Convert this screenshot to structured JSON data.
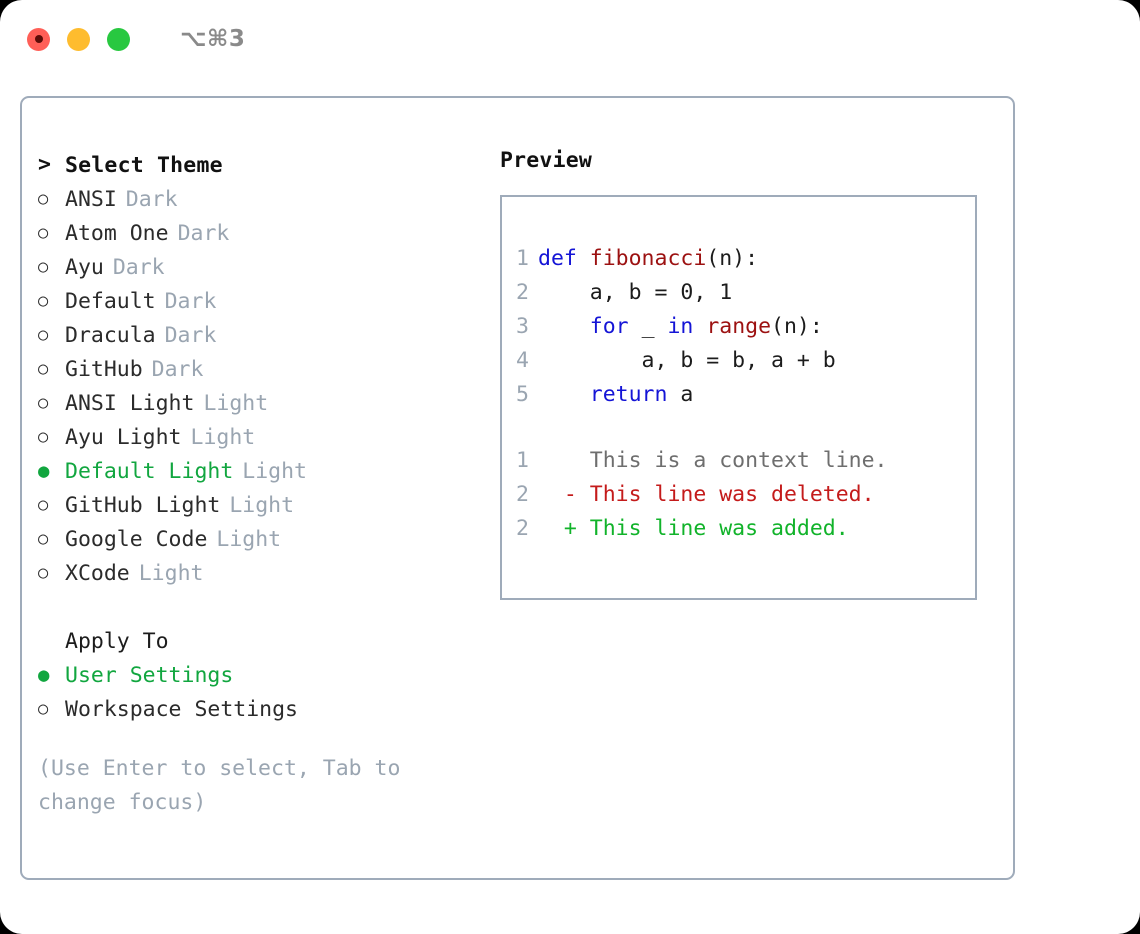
{
  "titlebar": {
    "shortcut": "⌥⌘3",
    "buttons": [
      {
        "name": "close",
        "color": "#ff5f57"
      },
      {
        "name": "minimize",
        "color": "#febc2e"
      },
      {
        "name": "maximize",
        "color": "#28c840"
      }
    ]
  },
  "theme_picker": {
    "marker_prompt": ">",
    "heading": "Select Theme",
    "radio_off": "○",
    "radio_on": "●",
    "items": [
      {
        "label": "ANSI",
        "category": "Dark",
        "selected": false
      },
      {
        "label": "Atom One",
        "category": "Dark",
        "selected": false
      },
      {
        "label": "Ayu",
        "category": "Dark",
        "selected": false
      },
      {
        "label": "Default",
        "category": "Dark",
        "selected": false
      },
      {
        "label": "Dracula",
        "category": "Dark",
        "selected": false
      },
      {
        "label": "GitHub",
        "category": "Dark",
        "selected": false
      },
      {
        "label": "ANSI Light",
        "category": "Light",
        "selected": false
      },
      {
        "label": "Ayu Light",
        "category": "Light",
        "selected": false
      },
      {
        "label": "Default Light",
        "category": "Light",
        "selected": true
      },
      {
        "label": "GitHub Light",
        "category": "Light",
        "selected": false
      },
      {
        "label": "Google Code",
        "category": "Light",
        "selected": false
      },
      {
        "label": "XCode",
        "category": "Light",
        "selected": false
      }
    ]
  },
  "apply_to": {
    "title": "Apply To",
    "options": [
      {
        "label": "User Settings",
        "selected": true
      },
      {
        "label": "Workspace Settings",
        "selected": false
      }
    ]
  },
  "hint": "(Use Enter to select, Tab to change focus)",
  "preview": {
    "title": "Preview",
    "code_lines": [
      {
        "no": "1",
        "segments": [
          {
            "text": "def ",
            "style": "kw"
          },
          {
            "text": "fibonacci",
            "style": "fn"
          },
          {
            "text": "(n):",
            "style": "plain"
          }
        ]
      },
      {
        "no": "2",
        "segments": [
          {
            "text": "    a, b = 0, 1",
            "style": "plain"
          }
        ]
      },
      {
        "no": "3",
        "segments": [
          {
            "text": "    ",
            "style": "plain"
          },
          {
            "text": "for",
            "style": "kw"
          },
          {
            "text": " _ ",
            "style": "plain"
          },
          {
            "text": "in",
            "style": "kw"
          },
          {
            "text": " ",
            "style": "plain"
          },
          {
            "text": "range",
            "style": "fn"
          },
          {
            "text": "(n):",
            "style": "plain"
          }
        ]
      },
      {
        "no": "4",
        "segments": [
          {
            "text": "        a, b = b, a + b",
            "style": "plain"
          }
        ]
      },
      {
        "no": "5",
        "segments": [
          {
            "text": "    ",
            "style": "plain"
          },
          {
            "text": "return",
            "style": "kw"
          },
          {
            "text": " a",
            "style": "plain"
          }
        ]
      }
    ],
    "diff_lines": [
      {
        "no": "1",
        "marker": "  ",
        "text": "This is a context line.",
        "style": "diff-context"
      },
      {
        "no": "2",
        "marker": "- ",
        "text": "This line was deleted.",
        "style": "diff-del"
      },
      {
        "no": "2",
        "marker": "+ ",
        "text": "This line was added.",
        "style": "diff-add"
      }
    ]
  },
  "colors": {
    "accent_green": "#11a63f",
    "muted_gray": "#9aa5b1",
    "border": "#9fabba",
    "keyword_blue": "#1414d6",
    "function_red": "#9c1111",
    "diff_add_green": "#11b32a",
    "diff_del_red": "#c41b1b"
  }
}
